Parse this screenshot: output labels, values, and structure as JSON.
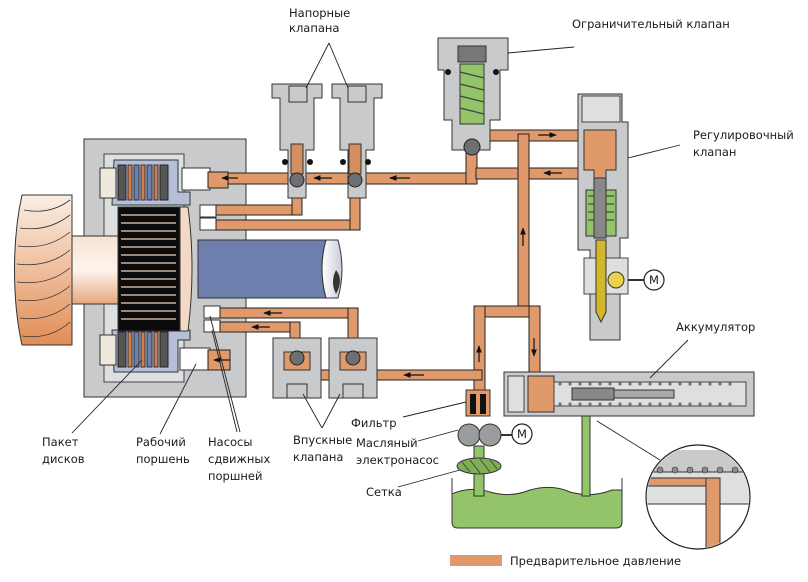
{
  "diagram": {
    "title": "Гидравлическая система управления муфтой",
    "colors": {
      "pre_pressure": "#e0996a",
      "oil": "#93c46a",
      "housing": "#c9cacc",
      "piston": "#6d7fad",
      "gear": "#e7a06e",
      "regulator_rod": "#d4b62a"
    },
    "labels": {
      "pressure_valves": [
        "Напорные",
        "клапана"
      ],
      "limiting_valve": "Ограничительный клапан",
      "regulating_valve": [
        "Регулировочный",
        "клапан"
      ],
      "accumulator": "Аккумулятор",
      "disc_pack": [
        "Пакет",
        "дисков"
      ],
      "working_piston": [
        "Рабочий",
        "поршень"
      ],
      "sliding_piston_pumps": [
        "Насосы",
        "сдвижных",
        "поршней"
      ],
      "inlet_valves": [
        "Впускные",
        "клапана"
      ],
      "filter": "Фильтр",
      "electric_oil_pump": [
        "Масляный",
        "электронасос"
      ],
      "strainer": "Сетка",
      "motor_symbol": "M"
    },
    "legend": [
      {
        "label": "Предварительное давление",
        "color": "#e0996a"
      }
    ]
  }
}
